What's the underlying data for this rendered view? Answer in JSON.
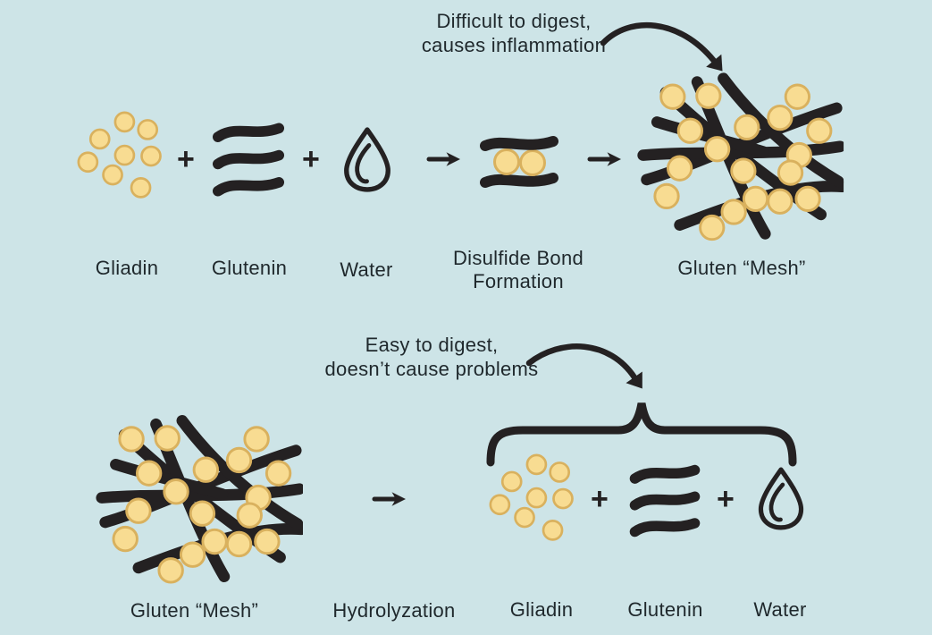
{
  "palette": {
    "background": "#cde4e7",
    "ink": "#242122",
    "text": "#1f282c",
    "granule_fill": "#f8dc92",
    "granule_stroke": "#d9b15e"
  },
  "operators": {
    "plus": "+"
  },
  "annotations": {
    "difficult": {
      "line1": "Difficult to digest,",
      "line2": "causes inflammation"
    },
    "easy": {
      "line1": "Easy to digest,",
      "line2": "doesn’t cause problems"
    }
  },
  "top_row": {
    "gliadin_label": "Gliadin",
    "glutenin_label": "Glutenin",
    "water_label": "Water",
    "disulfide_label": "Disulfide Bond Formation",
    "mesh_label": "Gluten “Mesh”"
  },
  "bottom_row": {
    "mesh_label": "Gluten “Mesh”",
    "process_label": "Hydrolyzation",
    "gliadin_label": "Gliadin",
    "glutenin_label": "Glutenin",
    "water_label": "Water"
  }
}
